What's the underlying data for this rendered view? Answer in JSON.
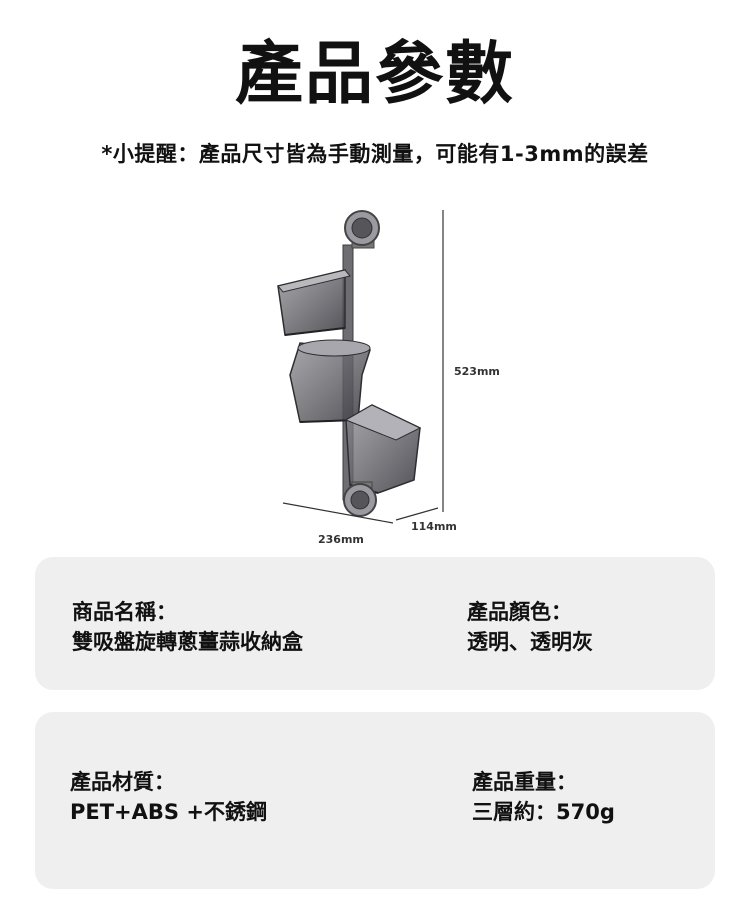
{
  "header": {
    "title": "產品參數",
    "note": "*小提醒：產品尺寸皆為手動測量，可能有1-3mm的誤差"
  },
  "dimensions": {
    "height": "523mm",
    "width": "236mm",
    "depth": "114mm"
  },
  "specs": {
    "name_label": "商品名稱：",
    "name_value": "雙吸盤旋轉蔥薑蒜收納盒",
    "color_label": "產品顏色：",
    "color_value": "透明、透明灰",
    "material_label": "產品材質：",
    "material_value": "PET+ABS +不銹鋼",
    "weight_label": "產品重量：",
    "weight_value": "三層約：570g"
  },
  "colors": {
    "card_bg": "#efefef",
    "product_gray": "#5a5a5e"
  }
}
